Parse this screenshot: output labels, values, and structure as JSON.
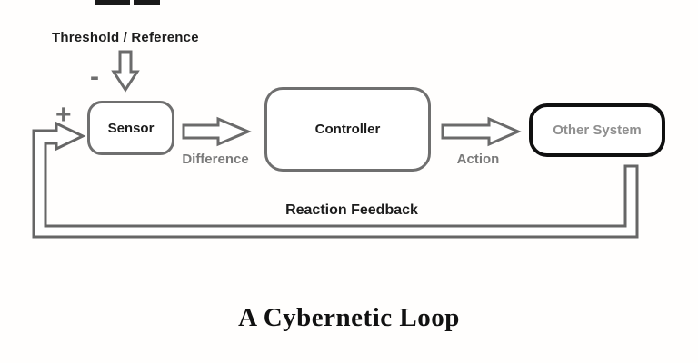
{
  "diagram": {
    "title": "A Cybernetic Loop",
    "nodes": [
      {
        "id": "sensor",
        "label": "Sensor"
      },
      {
        "id": "controller",
        "label": "Controller"
      },
      {
        "id": "other_system",
        "label": "Other System"
      }
    ],
    "labels": {
      "threshold": "Threshold / Reference",
      "minus": "-",
      "plus": "+",
      "difference": "Difference",
      "action": "Action",
      "feedback": "Reaction Feedback"
    },
    "arrows": [
      {
        "name": "threshold-into-sensor",
        "direction": "down",
        "from": "Threshold / Reference",
        "to": "Sensor"
      },
      {
        "name": "difference-arrow",
        "direction": "right",
        "from": "Sensor",
        "to": "Controller",
        "label": "Difference"
      },
      {
        "name": "action-arrow",
        "direction": "right",
        "from": "Controller",
        "to": "Other System",
        "label": "Action"
      },
      {
        "name": "reaction-feedback-loop",
        "direction": "loop",
        "from": "Other System",
        "to": "Sensor",
        "label": "Reaction Feedback"
      }
    ],
    "colors": {
      "outline_gray": "#6b6b6b",
      "box_border_gray": "#6f6f6f",
      "label_gray": "#7a7a7a",
      "other_system_text": "#8f8f8f",
      "black_border": "#101010",
      "text_black": "#1c1c1c",
      "background": "#fffefd"
    }
  }
}
